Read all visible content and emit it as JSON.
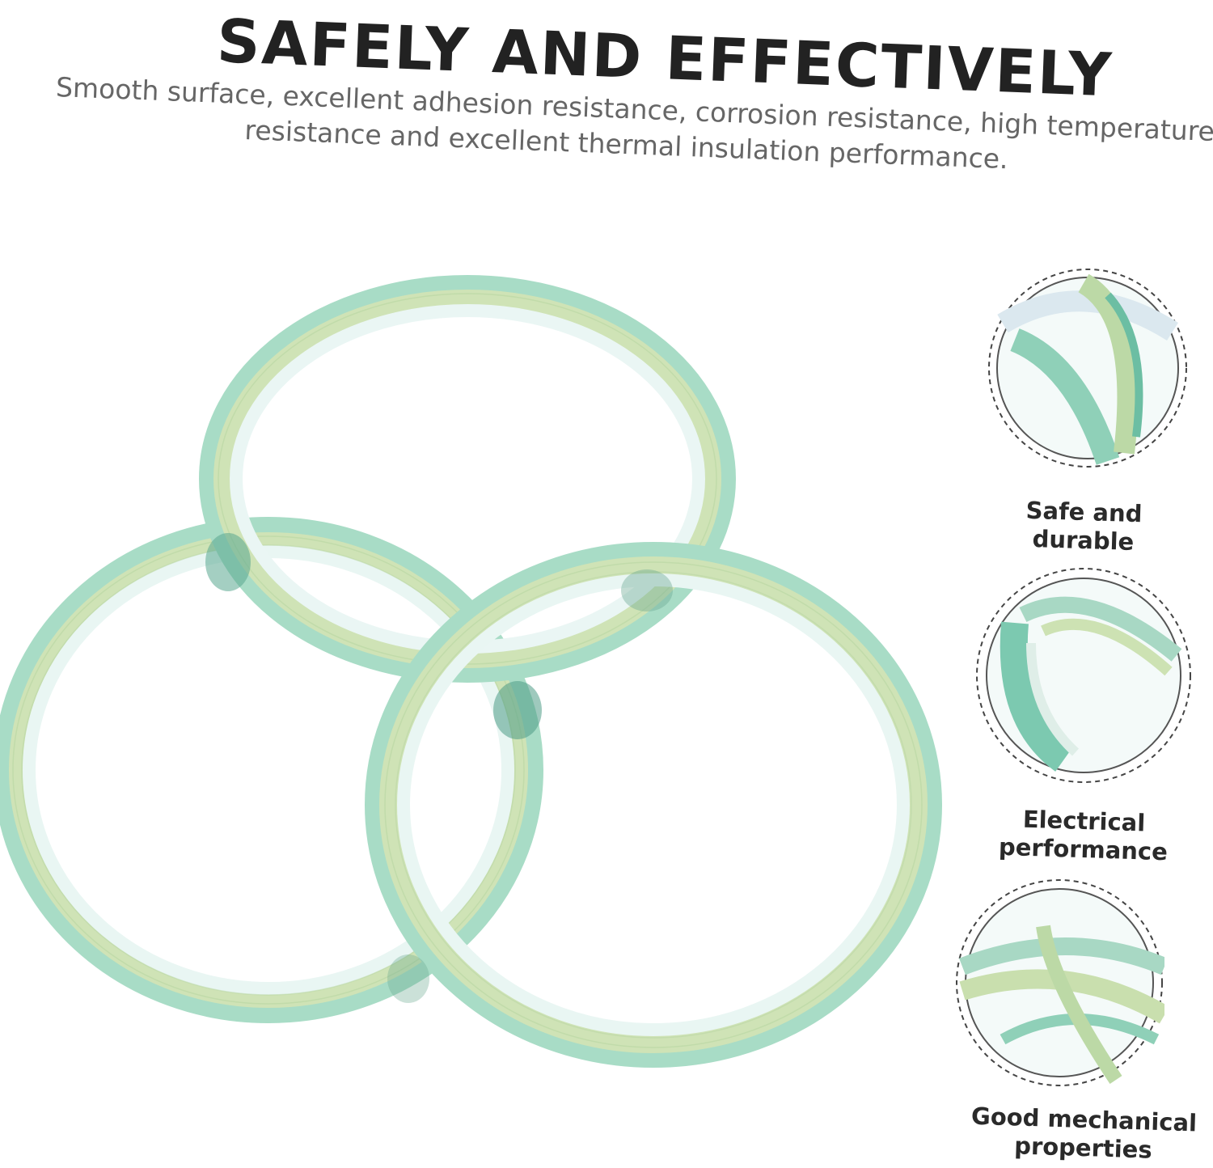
{
  "header": {
    "title": "SAFELY AND EFFECTIVELY",
    "subtitle_line1": "Smooth surface, excellent adhesion resistance, corrosion resistance, high temperature",
    "subtitle_line2": "resistance and excellent thermal insulation performance."
  },
  "features": [
    {
      "label_line1": "Safe and",
      "label_line2": "durable"
    },
    {
      "label_line1": "Electrical",
      "label_line2": "performance"
    },
    {
      "label_line1": "Good mechanical",
      "label_line2": "properties"
    }
  ],
  "colors": {
    "tape_outer": "#9fd8c0",
    "tape_face": "#c9dfae",
    "tape_edge": "#6cc4a8",
    "tape_core": "#f4fbfa",
    "title": "#222222",
    "subtitle": "#666666"
  }
}
